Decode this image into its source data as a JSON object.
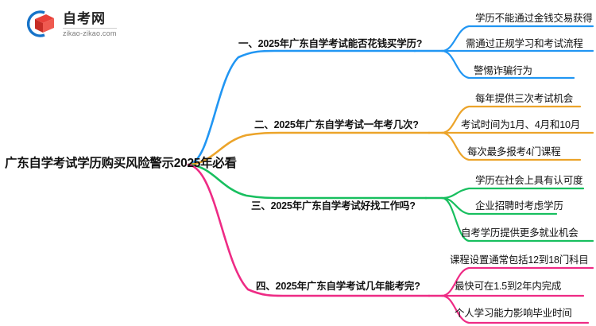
{
  "logo": {
    "title": "自考网",
    "subtitle": "zikao-zikao.com",
    "mark_name": "graduation-book-logo",
    "arc_color": "#1673c8",
    "book_color": "#d9342b"
  },
  "mindmap": {
    "root": "广东自学考试学历购买风险警示2025年必看",
    "branches": [
      {
        "label": "一、2025年广东自学考试能否花钱买学历?",
        "color": "#2196f3",
        "leaves": [
          "学历不能通过金钱交易获得",
          "需通过正规学习和考试流程",
          "警惕诈骗行为"
        ]
      },
      {
        "label": "二、2025年广东自学考试一年考几次?",
        "color": "#eca42a",
        "leaves": [
          "每年提供三次考试机会",
          "考试时间为1月、4月和10月",
          "每次最多报考4门课程"
        ]
      },
      {
        "label": "三、2025年广东自学考试好找工作吗?",
        "color": "#18bf5f",
        "leaves": [
          "学历在社会上具有认可度",
          "企业招聘时考虑学历",
          "自考学历提供更多就业机会"
        ]
      },
      {
        "label": "四、2025年广东自学考试几年能考完?",
        "color": "#ee2b85",
        "leaves": [
          "课程设置通常包括12到18门科目",
          "最快可在1.5到2年内完成",
          "个人学习能力影响毕业时间"
        ]
      }
    ]
  }
}
